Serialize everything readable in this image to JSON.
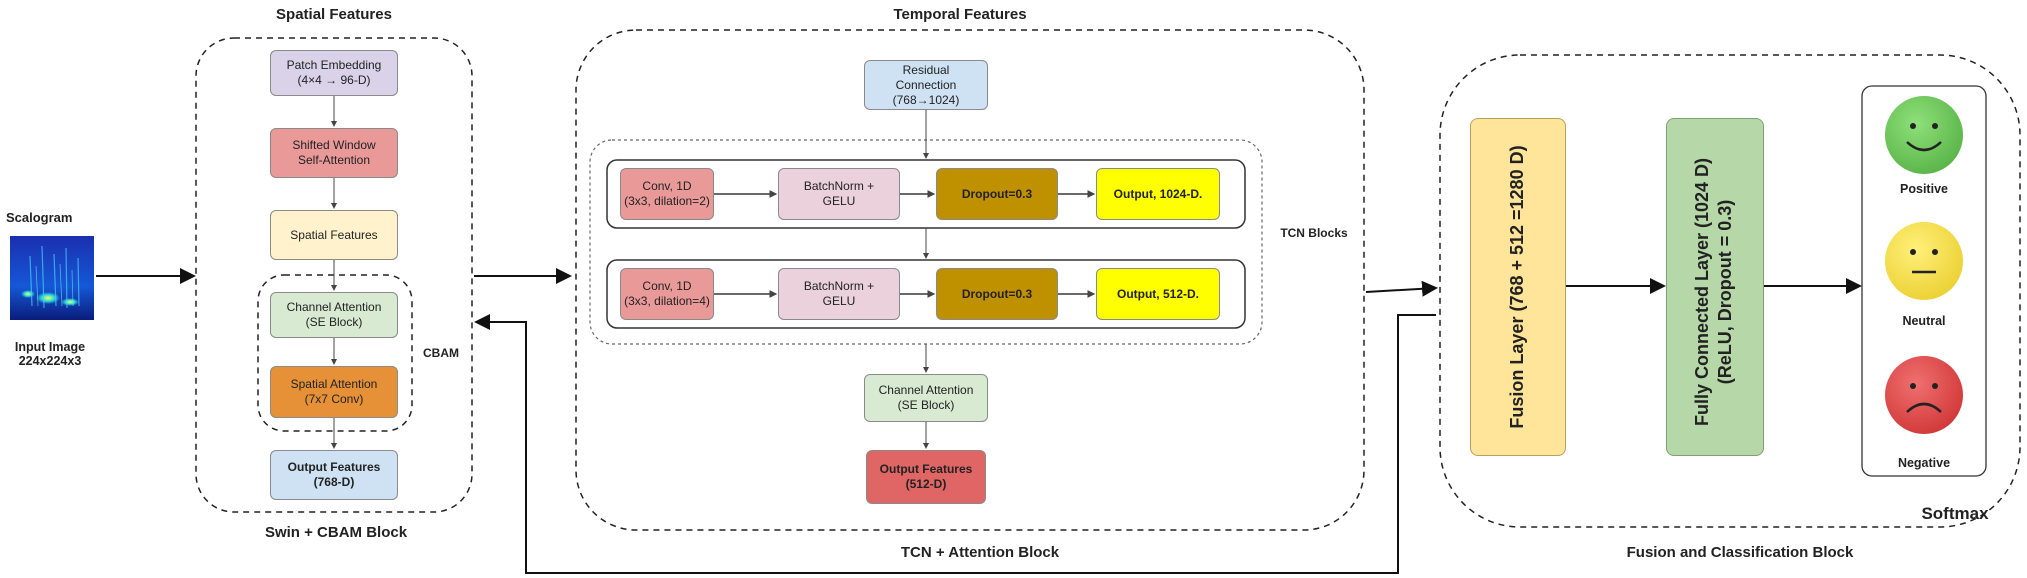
{
  "titles": {
    "spatial": "Spatial Features",
    "temporal": "Temporal Features"
  },
  "input": {
    "scalogram_label": "Scalogram",
    "input_label": "Input Image\n224x224x3"
  },
  "swin": {
    "patch": "Patch Embedding\n(4×4 → 96-D)",
    "shifted": "Shifted Window\nSelf-Attention",
    "spatial": "Spatial Features",
    "channel": "Channel Attention\n(SE Block)",
    "spatial_att": "Spatial Attention\n(7x7 Conv)",
    "output": "Output Features\n(768-D)",
    "cbam": "CBAM",
    "block_label": "Swin + CBAM Block"
  },
  "tcn": {
    "residual": "Residual\nConnection\n(768→1024)",
    "conv1": "Conv, 1D\n(3x3, dilation=2)",
    "bn1": "BatchNorm +\nGELU",
    "drop1": "Dropout=0.3",
    "out1": "Output, 1024-D.",
    "conv2": "Conv, 1D\n(3x3, dilation=4)",
    "bn2": "BatchNorm +\nGELU",
    "drop2": "Dropout=0.3",
    "out2": "Output, 512-D.",
    "tcn_blocks": "TCN Blocks",
    "channel": "Channel Attention\n(SE Block)",
    "output": "Output Features\n(512-D)",
    "block_label": "TCN + Attention Block"
  },
  "fusion": {
    "fusion_layer": "Fusion Layer (768 + 512 =1280 D)",
    "fc_layer": "Fully Connected Layer (1024 D)\n(ReLU, Dropout = 0.3)",
    "positive": "Positive",
    "neutral": "Neutral",
    "negative": "Negative",
    "softmax": "Softmax",
    "block_label": "Fusion and Classification Block"
  },
  "colors": {
    "purple": "#d9d2e9",
    "red": "#ea9999",
    "yellow_light": "#fff2cc",
    "green_light": "#d9ead3",
    "orange": "#e69138",
    "blue_light": "#cfe2f3",
    "pink": "#ead1dc",
    "dark_gold": "#bf9000",
    "yellow": "#ffff00",
    "red_dark": "#e06666",
    "fusion_yellow": "#ffe599",
    "fc_green": "#b6d7a8"
  }
}
